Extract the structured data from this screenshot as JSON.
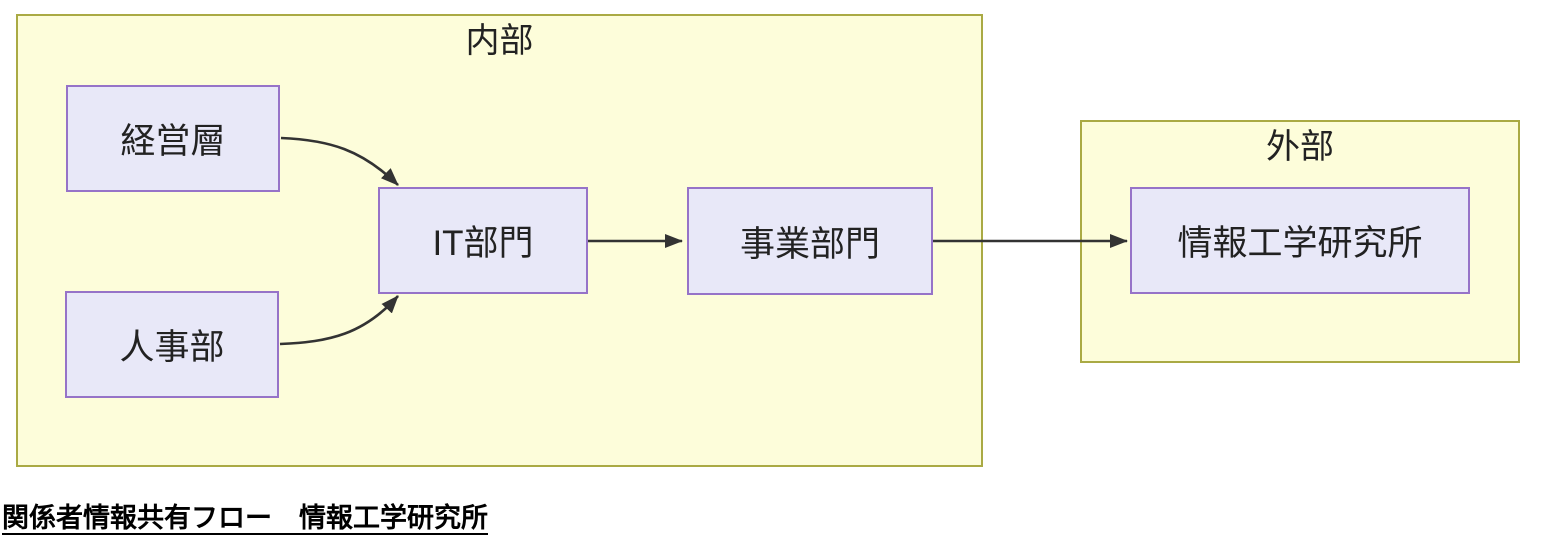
{
  "diagram": {
    "title": "関係者情報共有フロー　情報工学研究所",
    "containers": [
      {
        "id": "internal",
        "label": "内部"
      },
      {
        "id": "external",
        "label": "外部"
      }
    ],
    "nodes": [
      {
        "id": "management",
        "label": "経営層",
        "container": "内部"
      },
      {
        "id": "hr",
        "label": "人事部",
        "container": "内部"
      },
      {
        "id": "it",
        "label": "IT部門",
        "container": "内部"
      },
      {
        "id": "business",
        "label": "事業部門",
        "container": "内部"
      },
      {
        "id": "iit-lab",
        "label": "情報工学研究所",
        "container": "外部"
      }
    ],
    "edges": [
      {
        "from": "経営層",
        "to": "IT部門",
        "style": "curved"
      },
      {
        "from": "人事部",
        "to": "IT部門",
        "style": "curved"
      },
      {
        "from": "IT部門",
        "to": "事業部門",
        "style": "straight"
      },
      {
        "from": "事業部門",
        "to": "情報工学研究所",
        "style": "straight"
      }
    ]
  },
  "colors": {
    "container_fill": "#fdfdda",
    "container_border": "#aaaa44",
    "node_fill": "#e8e8f8",
    "node_border": "#9673c8",
    "edge": "#333333",
    "text": "#222222"
  }
}
